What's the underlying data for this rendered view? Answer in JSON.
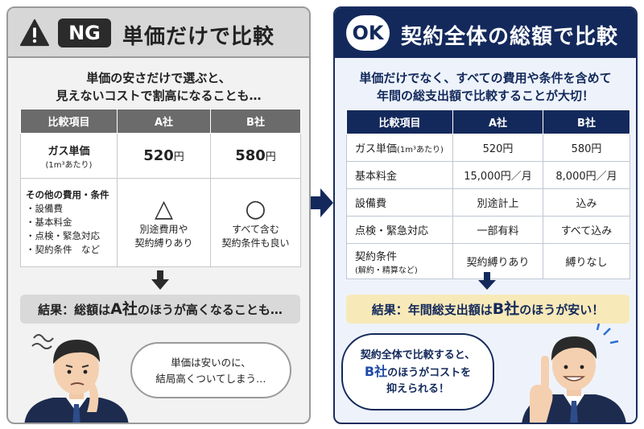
{
  "ng": {
    "badge": "NG",
    "title": "単価だけで比較",
    "intro": [
      "単価の安さだけで選ぶと、",
      "見えないコストで割高になることも…"
    ],
    "table": {
      "headers": [
        "比較項目",
        "A社",
        "B社"
      ],
      "gas_label": "ガス単価",
      "gas_sub": "(1m³あたり)",
      "gas_a": "520",
      "gas_b": "580",
      "yen": "円",
      "other_label": "その他の費用・条件",
      "other_items": [
        "・設備費",
        "・基本料金",
        "・点検・緊急対応",
        "・契約条件　など"
      ],
      "a_symbol": "△",
      "a_note": [
        "別途費用や",
        "契約縛りあり"
      ],
      "b_symbol": "○",
      "b_note": [
        "すべて含む",
        "契約条件も良い"
      ]
    },
    "result_pre": "結果：総額は",
    "result_em": "A社",
    "result_post": "のほうが高くなることも…",
    "bubble": [
      "単価は安いのに、",
      "結局高くついてしまう…"
    ]
  },
  "ok": {
    "badge": "OK",
    "title": "契約全体の総額で比較",
    "intro": [
      "単価だけでなく、すべての費用や条件を含めて",
      "年間の総支出額で比較することが大切！"
    ],
    "table": {
      "headers": [
        "比較項目",
        "A社",
        "B社"
      ],
      "rows": [
        {
          "label": "ガス単価",
          "sub": "(1m³あたり)",
          "a": "520円",
          "b": "580円"
        },
        {
          "label": "基本料金",
          "sub": "",
          "a": "15,000円／月",
          "b": "8,000円／月"
        },
        {
          "label": "設備費",
          "sub": "",
          "a": "別途計上",
          "b": "込み"
        },
        {
          "label": "点検・緊急対応",
          "sub": "",
          "a": "一部有料",
          "b": "すべて込み"
        },
        {
          "label": "契約条件",
          "sub": "(解約・精算など)",
          "a": "契約縛りあり",
          "b": "縛りなし"
        }
      ]
    },
    "result_pre": "結果：年間総支出額は",
    "result_em": "B社",
    "result_post": "のほうが安い！",
    "bubble_1": "契約全体で比較すると、",
    "bubble_em": "B社",
    "bubble_2": "のほうがコストを",
    "bubble_3": "抑えられる！"
  },
  "colors": {
    "navy": "#13295b",
    "gray": "#6b6b6b",
    "cream": "#f8e9b8"
  },
  "icons": [
    "warning-icon",
    "arrow-right-icon",
    "arrow-down-icon",
    "worried-man-illustration",
    "smiling-man-illustration"
  ]
}
